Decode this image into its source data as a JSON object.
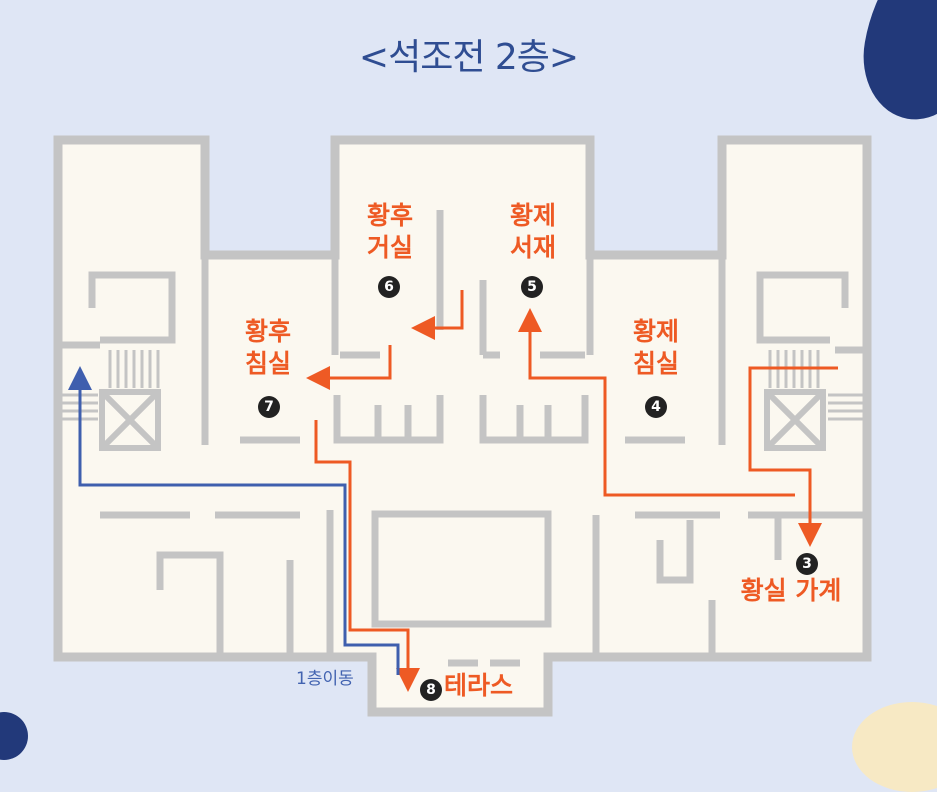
{
  "title": "<석조전 2층>",
  "colors": {
    "background": "#dfe6f5",
    "floor": "#fbf8f0",
    "wall": "#c4c4c4",
    "route_orange": "#ee5a24",
    "route_blue": "#3f5fae",
    "badge": "#222222"
  },
  "rooms": [
    {
      "number": "6",
      "label": "황후\n거실"
    },
    {
      "number": "5",
      "label": "황제\n서재"
    },
    {
      "number": "7",
      "label": "황후\n침실"
    },
    {
      "number": "4",
      "label": "황제\n침실"
    },
    {
      "number": "3",
      "label": "황실 가계"
    },
    {
      "number": "8",
      "label": "테라스"
    }
  ],
  "stair_note": "1층이동",
  "icons": {
    "elevator": "elevator-icon",
    "stairs": "stairs-icon"
  }
}
